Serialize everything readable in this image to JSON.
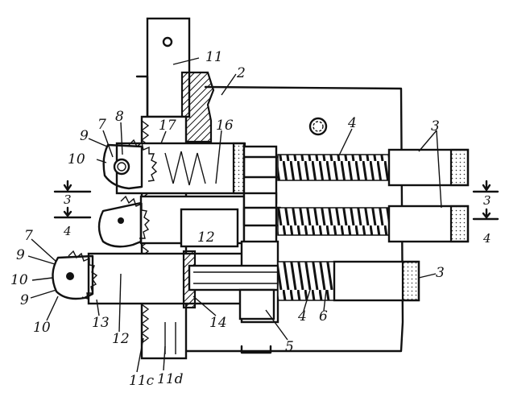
{
  "labels": {
    "plate_11": "11",
    "frame_2": "2",
    "spring_4_top": "4",
    "cap_3_top": "3",
    "pin_8": "8",
    "pin_7_top": "7",
    "tab_9_top": "9",
    "wheel_10_top": "10",
    "part_17": "17",
    "part_16": "16",
    "section_3_left": "3",
    "section_4_left": "4",
    "section_3_right": "3",
    "section_4_right": "4",
    "block_12_mid": "12",
    "pin_7_low": "7",
    "tab_9_low_a": "9",
    "wheel_10_low_a": "10",
    "tab_9_low_b": "9",
    "wheel_10_low_b": "10",
    "part_13": "13",
    "block_12_low": "12",
    "part_14": "14",
    "spring_4_low": "4",
    "part_6": "6",
    "part_5": "5",
    "cap_3_low": "3",
    "rack_11c": "11c",
    "rack_11d": "11d"
  }
}
